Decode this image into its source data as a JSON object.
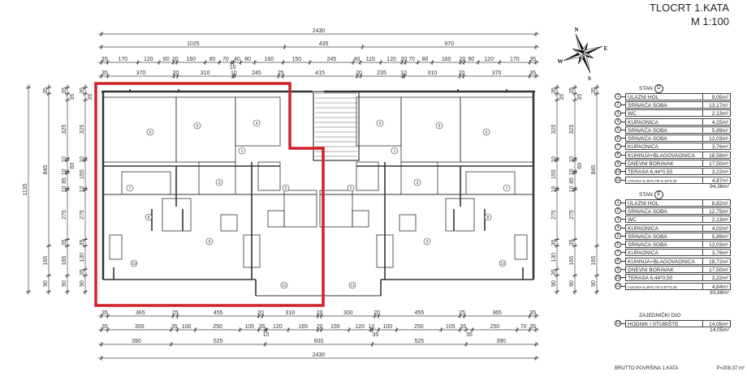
{
  "header": {
    "title": "TLOCRT 1.KATA",
    "scale": "M 1:100"
  },
  "compass": {
    "icon": "compass-rose-icon",
    "labels": [
      "N",
      "E",
      "S",
      "W"
    ]
  },
  "highlight_color": "#d0202a",
  "dimensions": {
    "top": [
      [
        "2430"
      ],
      [
        "1025",
        "435",
        "970"
      ],
      [
        "35",
        "170",
        "120",
        "80",
        "20",
        "160",
        "80",
        "70",
        "10",
        "40",
        "80",
        "160",
        "150",
        "245",
        "40",
        "115",
        "120",
        "20",
        "70",
        "80",
        "160",
        "20",
        "80",
        "120",
        "170",
        "35"
      ],
      [
        "35",
        "370",
        "20",
        "310",
        "10",
        "245",
        "25",
        "415",
        "20",
        "235",
        "10",
        "310",
        "20",
        "370",
        "35"
      ]
    ],
    "bottom": [
      [
        "35",
        "365",
        "25",
        "455",
        "20",
        "310",
        "20",
        "300",
        "20",
        "455",
        "25",
        "365",
        "35"
      ],
      [
        "35",
        "355",
        "35",
        "100",
        "250",
        "105",
        "35",
        "10",
        "120",
        "165",
        "20",
        "155",
        "120",
        "10",
        "35",
        "100",
        "250",
        "105",
        "35",
        "35",
        "250",
        "70",
        "35"
      ],
      [
        "390",
        "525",
        "600",
        "525",
        "390"
      ],
      [
        "2430"
      ]
    ],
    "left": [
      [
        "1135"
      ],
      [
        "35",
        "845",
        "165",
        "90"
      ],
      [
        "35",
        "35",
        "325",
        "10",
        "60",
        "10",
        "85",
        "10",
        "275",
        "35",
        "165",
        "90"
      ],
      [
        "35",
        "35",
        "325",
        "10",
        "155",
        "10",
        "275",
        "35",
        "130",
        "35",
        "90"
      ]
    ]
  },
  "rooms_marks": [
    "1",
    "2",
    "3",
    "4",
    "5",
    "6",
    "7",
    "8",
    "9",
    "10",
    "11"
  ],
  "stan_d": {
    "label": "STAN",
    "letter": "D",
    "rows": [
      {
        "n": "1",
        "name": "ULAZNI  HOL",
        "area": "9,05m²"
      },
      {
        "n": "2",
        "name": "SPAVAĆA  SOBA",
        "area": "13,17m²"
      },
      {
        "n": "3",
        "name": "WC",
        "area": "2,13m²"
      },
      {
        "n": "4",
        "name": "KUPAONICA",
        "area": "4,15m²"
      },
      {
        "n": "5",
        "name": "SPAVAĆA  SOBA",
        "area": "5,89m²"
      },
      {
        "n": "6",
        "name": "SPAVAĆA  SOBA",
        "area": "12,03m²"
      },
      {
        "n": "7",
        "name": "KUPAONICA",
        "area": "3,76m²"
      },
      {
        "n": "8",
        "name": "KUHINJA+BLAGOVAONICA",
        "area": "18,59m²"
      },
      {
        "n": "9",
        "name": "DNEVNI  BORAVAK",
        "area": "17,50m²"
      },
      {
        "n": "10",
        "name": "TERASA  6,44*0,50",
        "area": "3,22m²"
      },
      {
        "n": "11",
        "name": "LOGGIA  5,46*0,75+3,10*0,25",
        "area": "4,87m²",
        "small": true
      }
    ],
    "total": "94,36m²"
  },
  "stan_e": {
    "label": "STAN",
    "letter": "E",
    "rows": [
      {
        "n": "1",
        "name": "ULAZNI  HOL",
        "area": "8,82m²"
      },
      {
        "n": "2",
        "name": "SPAVAĆA  SOBA",
        "area": "12,75m²"
      },
      {
        "n": "3",
        "name": "WC",
        "area": "2,13m²"
      },
      {
        "n": "4",
        "name": "KUPAONICA",
        "area": "4,02m²"
      },
      {
        "n": "5",
        "name": "SPAVAĆA  SOBA",
        "area": "5,89m²"
      },
      {
        "n": "6",
        "name": "SPAVAĆA  SOBA",
        "area": "12,03m²"
      },
      {
        "n": "7",
        "name": "KUPAONICA",
        "area": "3,76m²"
      },
      {
        "n": "8",
        "name": "KUHINJA+BLAGOVAONICA",
        "area": "18,72m²"
      },
      {
        "n": "9",
        "name": "DNEVNI  BORAVAK",
        "area": "17,50m²"
      },
      {
        "n": "10",
        "name": "TERASA  6,44*0,50",
        "area": "3,22m²"
      },
      {
        "n": "11",
        "name": "LOGGIA  5,46*0,75+2,87*0,25",
        "area": "4,84m²",
        "small": true
      }
    ],
    "total": "93,68m²"
  },
  "common": {
    "label": "ZAJEDNIČKI  DIO",
    "rows": [
      {
        "n": "12",
        "name": "HODNIK  I  STUBIŠTE",
        "area": "14,05m²"
      }
    ],
    "total": "14,05m²"
  },
  "brutto": {
    "label": "BRUTTO POVRŠINA 1.KATA",
    "value": "P=208,37 m²"
  }
}
